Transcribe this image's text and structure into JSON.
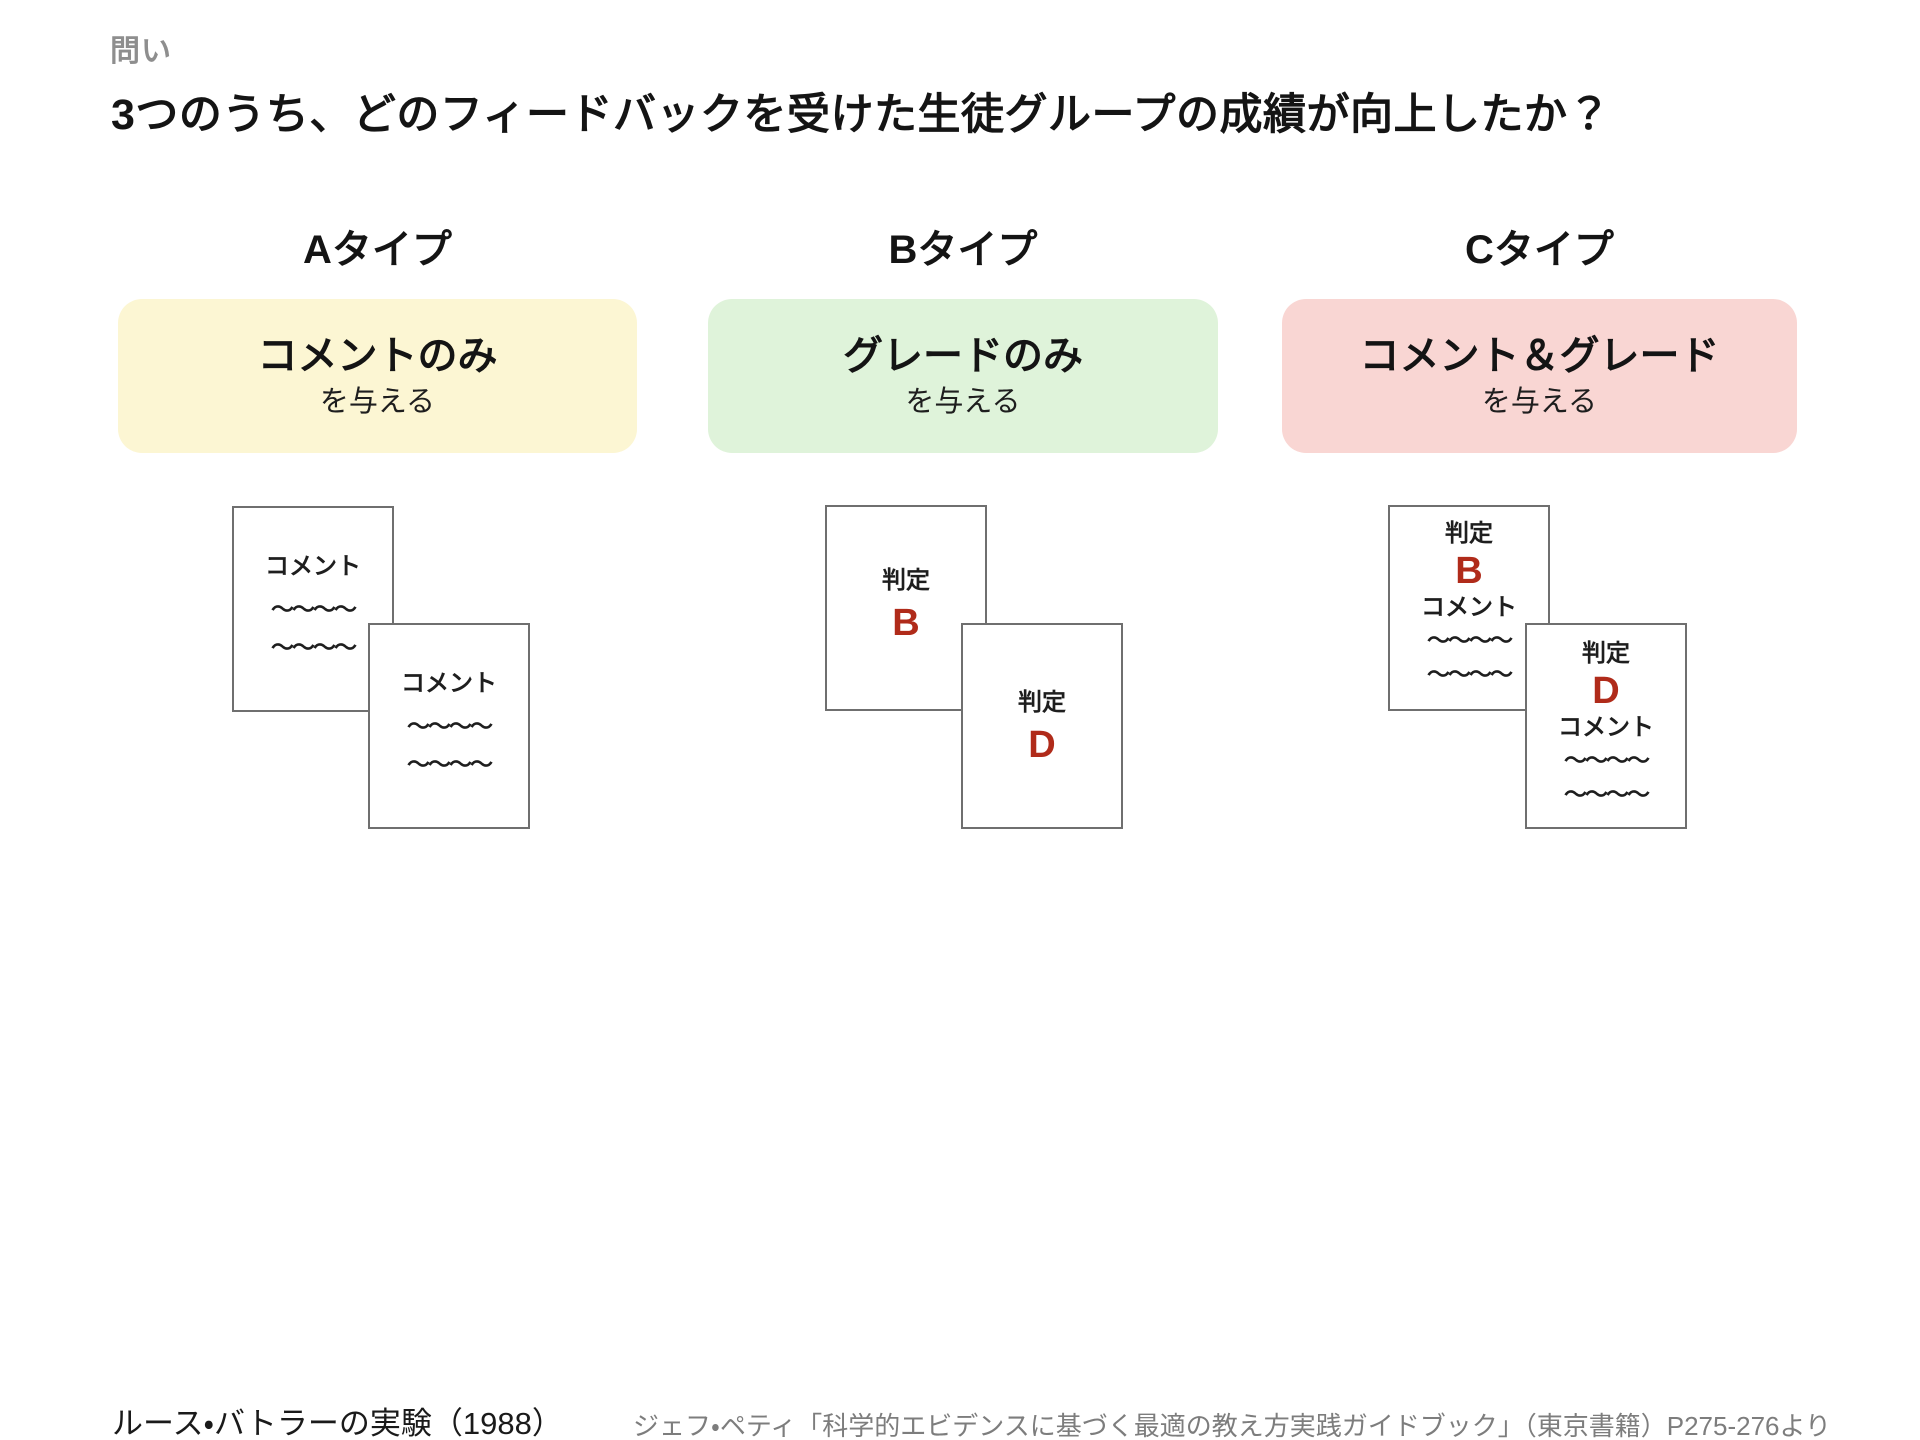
{
  "kicker": "問い",
  "title": "3つのうち、どのフィードバックを受けた生徒グループの成績が向上したか？",
  "columns": [
    {
      "header": "Aタイプ",
      "box": {
        "main": "コメントのみ",
        "sub": "を与える",
        "bg": "#FCF6D3"
      },
      "papers": [
        {
          "lines": [
            "コメント",
            "〜〜〜〜",
            "〜〜〜〜"
          ]
        },
        {
          "lines": [
            "コメント",
            "〜〜〜〜",
            "〜〜〜〜"
          ]
        }
      ]
    },
    {
      "header": "Bタイプ",
      "box": {
        "main": "グレードのみ",
        "sub": "を与える",
        "bg": "#DFF3DA"
      },
      "papers": [
        {
          "lines": [
            "判定",
            "B"
          ]
        },
        {
          "lines": [
            "判定",
            "D"
          ]
        }
      ]
    },
    {
      "header": "Cタイプ",
      "box": {
        "main": "コメント＆グレード",
        "sub": "を与える",
        "bg": "#F9D6D3"
      },
      "papers": [
        {
          "lines": [
            "判定",
            "B",
            "コメント",
            "〜〜〜〜",
            "〜〜〜〜"
          ]
        },
        {
          "lines": [
            "判定",
            "D",
            "コメント",
            "〜〜〜〜",
            "〜〜〜〜"
          ]
        }
      ]
    }
  ],
  "footer": {
    "left": "ルース・バトラーの実験（1988）",
    "right": "ジェフ・ペティ「科学的エビデンスに基づく最適の教え方実践ガイドブック」（東京書籍）P275-276より"
  },
  "colors": {
    "grade_red": "#B02B1A",
    "kicker_gray": "#8E8E8E",
    "footer_gray": "#7D7D7D",
    "paper_border": "#6F6F6F",
    "box_yellow": "#FCF6D3",
    "box_green": "#DFF3DA",
    "box_pink": "#F9D6D3"
  }
}
